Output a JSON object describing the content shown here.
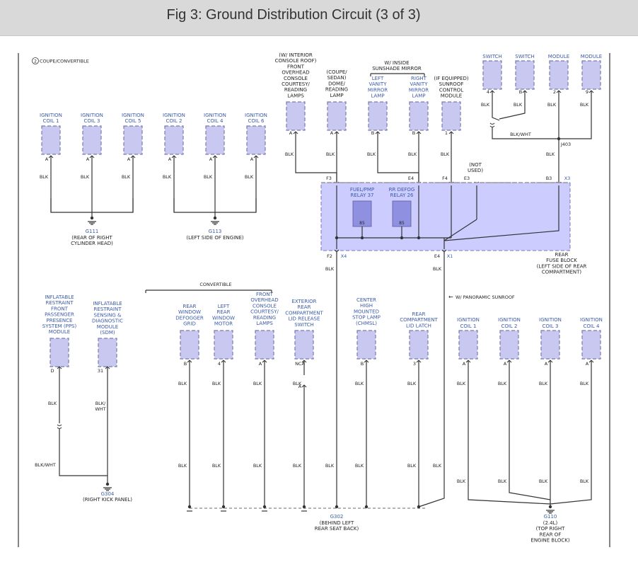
{
  "page": {
    "title": "Fig 3: Ground Distribution Circuit (3 of 3)"
  },
  "colors": {
    "component_fill": "#c8c8f0",
    "component_stroke": "#7a7ab0",
    "fuse_block_fill": "#ccccff",
    "relay_fill": "#9090e0",
    "label_blue": "#3a5aa8",
    "wire": "#333333",
    "text": "#222222"
  },
  "legend": {
    "marker": "2",
    "text": "COUPE/CONVERTIBLE"
  },
  "ign_coils_top": [
    {
      "label": "IGNITION COIL 1",
      "pin": "A",
      "wire": "BLK"
    },
    {
      "label": "IGNITION COIL 3",
      "pin": "A",
      "wire": "BLK"
    },
    {
      "label": "IGNITION COIL 5",
      "pin": "A",
      "wire": "BLK"
    },
    {
      "label": "IGNITION COIL 2",
      "pin": "A",
      "wire": "BLK"
    },
    {
      "label": "IGNITION COIL 4",
      "pin": "A",
      "wire": "BLK"
    },
    {
      "label": "IGNITION COIL 6",
      "pin": "A",
      "wire": "BLK"
    }
  ],
  "grounds": {
    "g111": {
      "name": "G111",
      "desc": [
        "(REAR OF RIGHT",
        "CYLINDER HEAD)"
      ]
    },
    "g113": {
      "name": "G113",
      "desc": [
        "(LEFT SIDE OF ENGINE)"
      ]
    },
    "g304": {
      "name": "G304",
      "desc": [
        "(RIGHT KICK PANEL)"
      ]
    },
    "g302": {
      "name": "G302",
      "desc": [
        "(BEHIND LEFT",
        "REAR SEAT BACK)"
      ]
    },
    "g110": {
      "name": "G110",
      "desc": [
        "(2.4L)",
        "(TOP RIGHT",
        "REAR OF",
        "ENGINE BLOCK)"
      ]
    }
  },
  "top_components": [
    {
      "label": [
        "(W/ INTERIOR",
        "CONSOLE ROOF)",
        "FRONT",
        "OVERHEAD",
        "CONSOLE",
        "COURTESY/",
        "READING",
        "LAMPS"
      ],
      "pin": "A",
      "wire": "BLK",
      "terminal": "F3"
    },
    {
      "label": [
        "(COUPE/",
        "SEDAN)",
        "DOME/",
        "READING",
        "LAMP"
      ],
      "pin": "A",
      "wire": "BLK",
      "terminal": ""
    },
    {
      "label": [
        "LEFT",
        "VANITY",
        "MIRROR",
        "LAMP"
      ],
      "pin": "B",
      "wire": "BLK",
      "terminal": ""
    },
    {
      "label": [
        "RIGHT",
        "VANITY",
        "MIRROR",
        "LAMP"
      ],
      "pin": "B",
      "wire": "BLK",
      "terminal": "E4"
    },
    {
      "label": [
        "(IF EQUIPPED)",
        "SUNROOF",
        "CONTROL",
        "MODULE"
      ],
      "pin": "1",
      "wire": "BLK",
      "terminal": "F4"
    }
  ],
  "mirror_group_label": [
    "W/ INSIDE",
    "SUNSHADE MIRROR"
  ],
  "right_top_components": [
    {
      "label": "SWITCH",
      "pin": "4",
      "wire": "BLK"
    },
    {
      "label": "SWITCH",
      "pin": "B",
      "wire": "BLK"
    },
    {
      "label": "MODULE",
      "pin": "2",
      "wire": "BLK"
    },
    {
      "label": "MODULE",
      "pin": "9",
      "wire": "BLK"
    }
  ],
  "right_top_misc": {
    "splice_wire": "BLK/WHT",
    "junction": "J403",
    "junction_wire": "BLK",
    "terminal": "B3",
    "connector": "X3"
  },
  "fuse_block": {
    "name": [
      "REAR",
      "FUSE BLOCK",
      "(LEFT SIDE OF REAR",
      "COMPARTMENT)"
    ],
    "e3": "E3",
    "not_used": [
      "(NOT",
      "USED)"
    ],
    "relays": [
      {
        "label": [
          "FUEL/PMP",
          "RELAY 37"
        ],
        "pin": "85"
      },
      {
        "label": [
          "RR DEFOG",
          "RELAY 26"
        ],
        "pin": "85"
      }
    ],
    "out_left": {
      "terminal": "F2",
      "connector": "X4",
      "wire": "BLK"
    },
    "out_right": {
      "terminal": "E4",
      "connector": "X1",
      "wire": "BLK"
    }
  },
  "panoramic_label": "W/ PANORAMIC SUNROOF",
  "convertible_label": "CONVERTIBLE",
  "left_modules": [
    {
      "label": [
        "INFLATABLE",
        "RESTRAINT",
        "FRONT",
        "PASSENGER",
        "PRESENCE",
        "SYSTEM (PPS)",
        "MODULE"
      ],
      "pin": "D",
      "wire": "BLK"
    },
    {
      "label": [
        "INFLATABLE",
        "RESTRAINT",
        "SENSING &",
        "DIAGNOSTIC",
        "MODULE",
        "(SDM)"
      ],
      "pin": "31",
      "wire": [
        "BLK/",
        "WHT"
      ]
    }
  ],
  "left_modules_out_wire": "BLK/WHT",
  "bottom_components": [
    {
      "label": [
        "REAR",
        "WINDOW",
        "DEFOGGER",
        "GRID"
      ],
      "pin": "B",
      "wire": "BLK",
      "wire2": "BLK"
    },
    {
      "label": [
        "LEFT",
        "REAR",
        "WINDOW",
        "MOTOR"
      ],
      "pin": "4",
      "wire": "BLK",
      "wire2": "BLK"
    },
    {
      "label": [
        "FRONT",
        "OVERHEAD",
        "CONSOLE",
        "COURTESY/",
        "READING",
        "LAMPS"
      ],
      "pin": "A",
      "wire": "BLK",
      "wire2": "BLK"
    },
    {
      "label": [
        "EXTERIOR",
        "REAR",
        "COMPARTMENT",
        "LID RELEASE",
        "SWITCH"
      ],
      "pin": "NCA",
      "wire": "BLK",
      "wire2": "BLK",
      "pin2": "A"
    },
    {
      "label": [
        "CENTER",
        "HIGH",
        "MOUNTED",
        "STOP LAMP",
        "(CHMSL)"
      ],
      "pin": "B",
      "wire": "BLK",
      "wire2": "BLK"
    },
    {
      "label": [
        "REAR",
        "COMPARTMENT",
        "LID LATCH"
      ],
      "pin": "3",
      "wire": "BLK",
      "wire2": "BLK"
    }
  ],
  "g302_wire": "BLK",
  "panoramic_wire": "BLK",
  "ign_coils_bottom": [
    {
      "label": "IGNITION COIL 1",
      "pin": "A",
      "wire": "BLK",
      "wire2": "BLK"
    },
    {
      "label": "IGNITION COIL 2",
      "pin": "A",
      "wire": "BLK",
      "wire2": "BLK"
    },
    {
      "label": "IGNITION COIL 3",
      "pin": "A",
      "wire": "BLK",
      "wire2": "BLK"
    },
    {
      "label": "IGNITION COIL 4",
      "pin": "A",
      "wire": "BLK",
      "wire2": "BLK"
    }
  ]
}
